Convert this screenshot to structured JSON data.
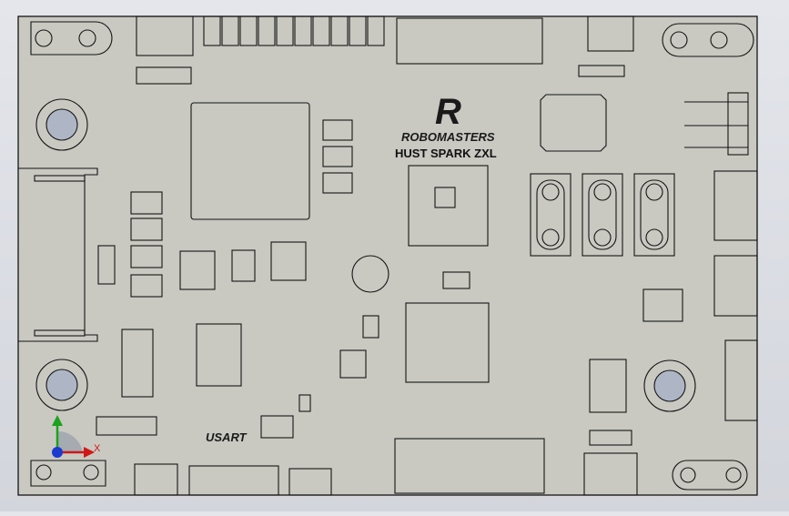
{
  "board": {
    "brand_text": "ROBOMASTERS",
    "team_text": "HUST SPARK  ZXL",
    "usart_text": "USART",
    "logo_letter": "R",
    "colors": {
      "board": "#c9c9c2",
      "outline": "#141414",
      "background": "#e0e2e8",
      "axis_x": "#d01818",
      "axis_y": "#1ca21c",
      "axis_z": "#1a3ad0"
    }
  },
  "triad": {
    "x_label": "X",
    "icons": [
      "axis-x-arrow-icon",
      "axis-y-arrow-icon",
      "origin-icon"
    ]
  }
}
